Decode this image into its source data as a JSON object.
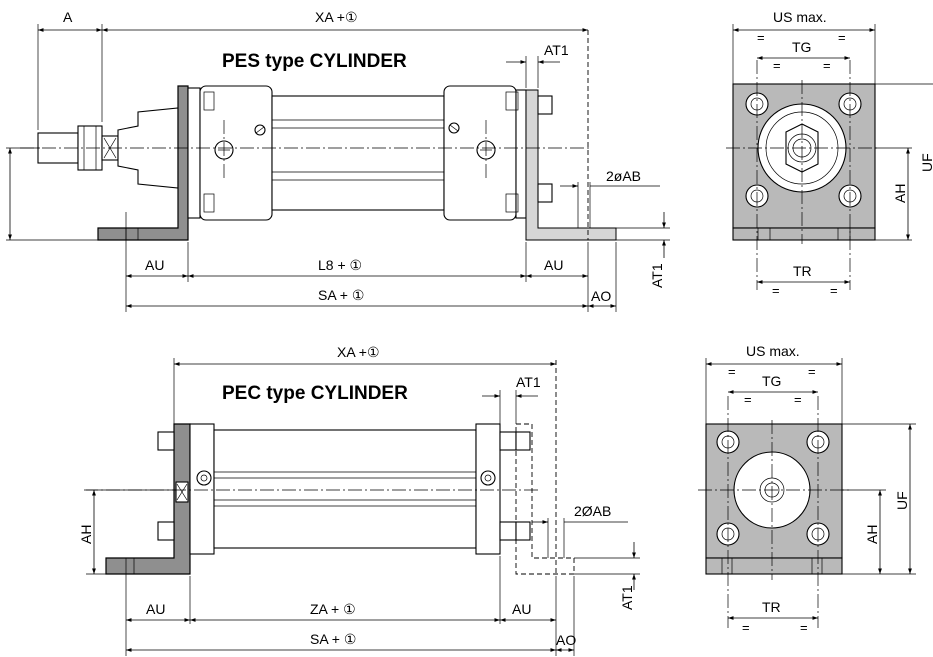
{
  "pes": {
    "title": "PES type CYLINDER",
    "dims": {
      "A": "A",
      "XA": "XA +①",
      "AT1": "AT1",
      "AB": "2øAB",
      "AU_left": "AU",
      "L8": "L8  + ①",
      "AU_right": "AU",
      "AT1_vert": "AT1",
      "SA": "SA  + ①",
      "AO": "AO"
    },
    "end_view": {
      "US": "US max.",
      "TG": "TG",
      "eq1": "=",
      "eq2": "=",
      "eq3": "=",
      "eq4": "=",
      "TR": "TR",
      "eq5": "=",
      "eq6": "=",
      "AH": "AH",
      "UF": "UF"
    }
  },
  "pec": {
    "title": "PEC type CYLINDER",
    "dims": {
      "XA": "XA +①",
      "AT1": "AT1",
      "AB": "2ØAB",
      "AH": "AH",
      "AU_left": "AU",
      "ZA": "ZA  + ①",
      "AU_right": "AU",
      "AT1_vert": "AT1",
      "SA": "SA  + ①",
      "AO": "AO"
    },
    "end_view": {
      "US": "US max.",
      "TG": "TG",
      "eq1": "=",
      "eq2": "=",
      "eq3": "=",
      "eq4": "=",
      "TR": "TR",
      "eq5": "=",
      "eq6": "=",
      "AH": "AH",
      "UF": "UF"
    }
  }
}
